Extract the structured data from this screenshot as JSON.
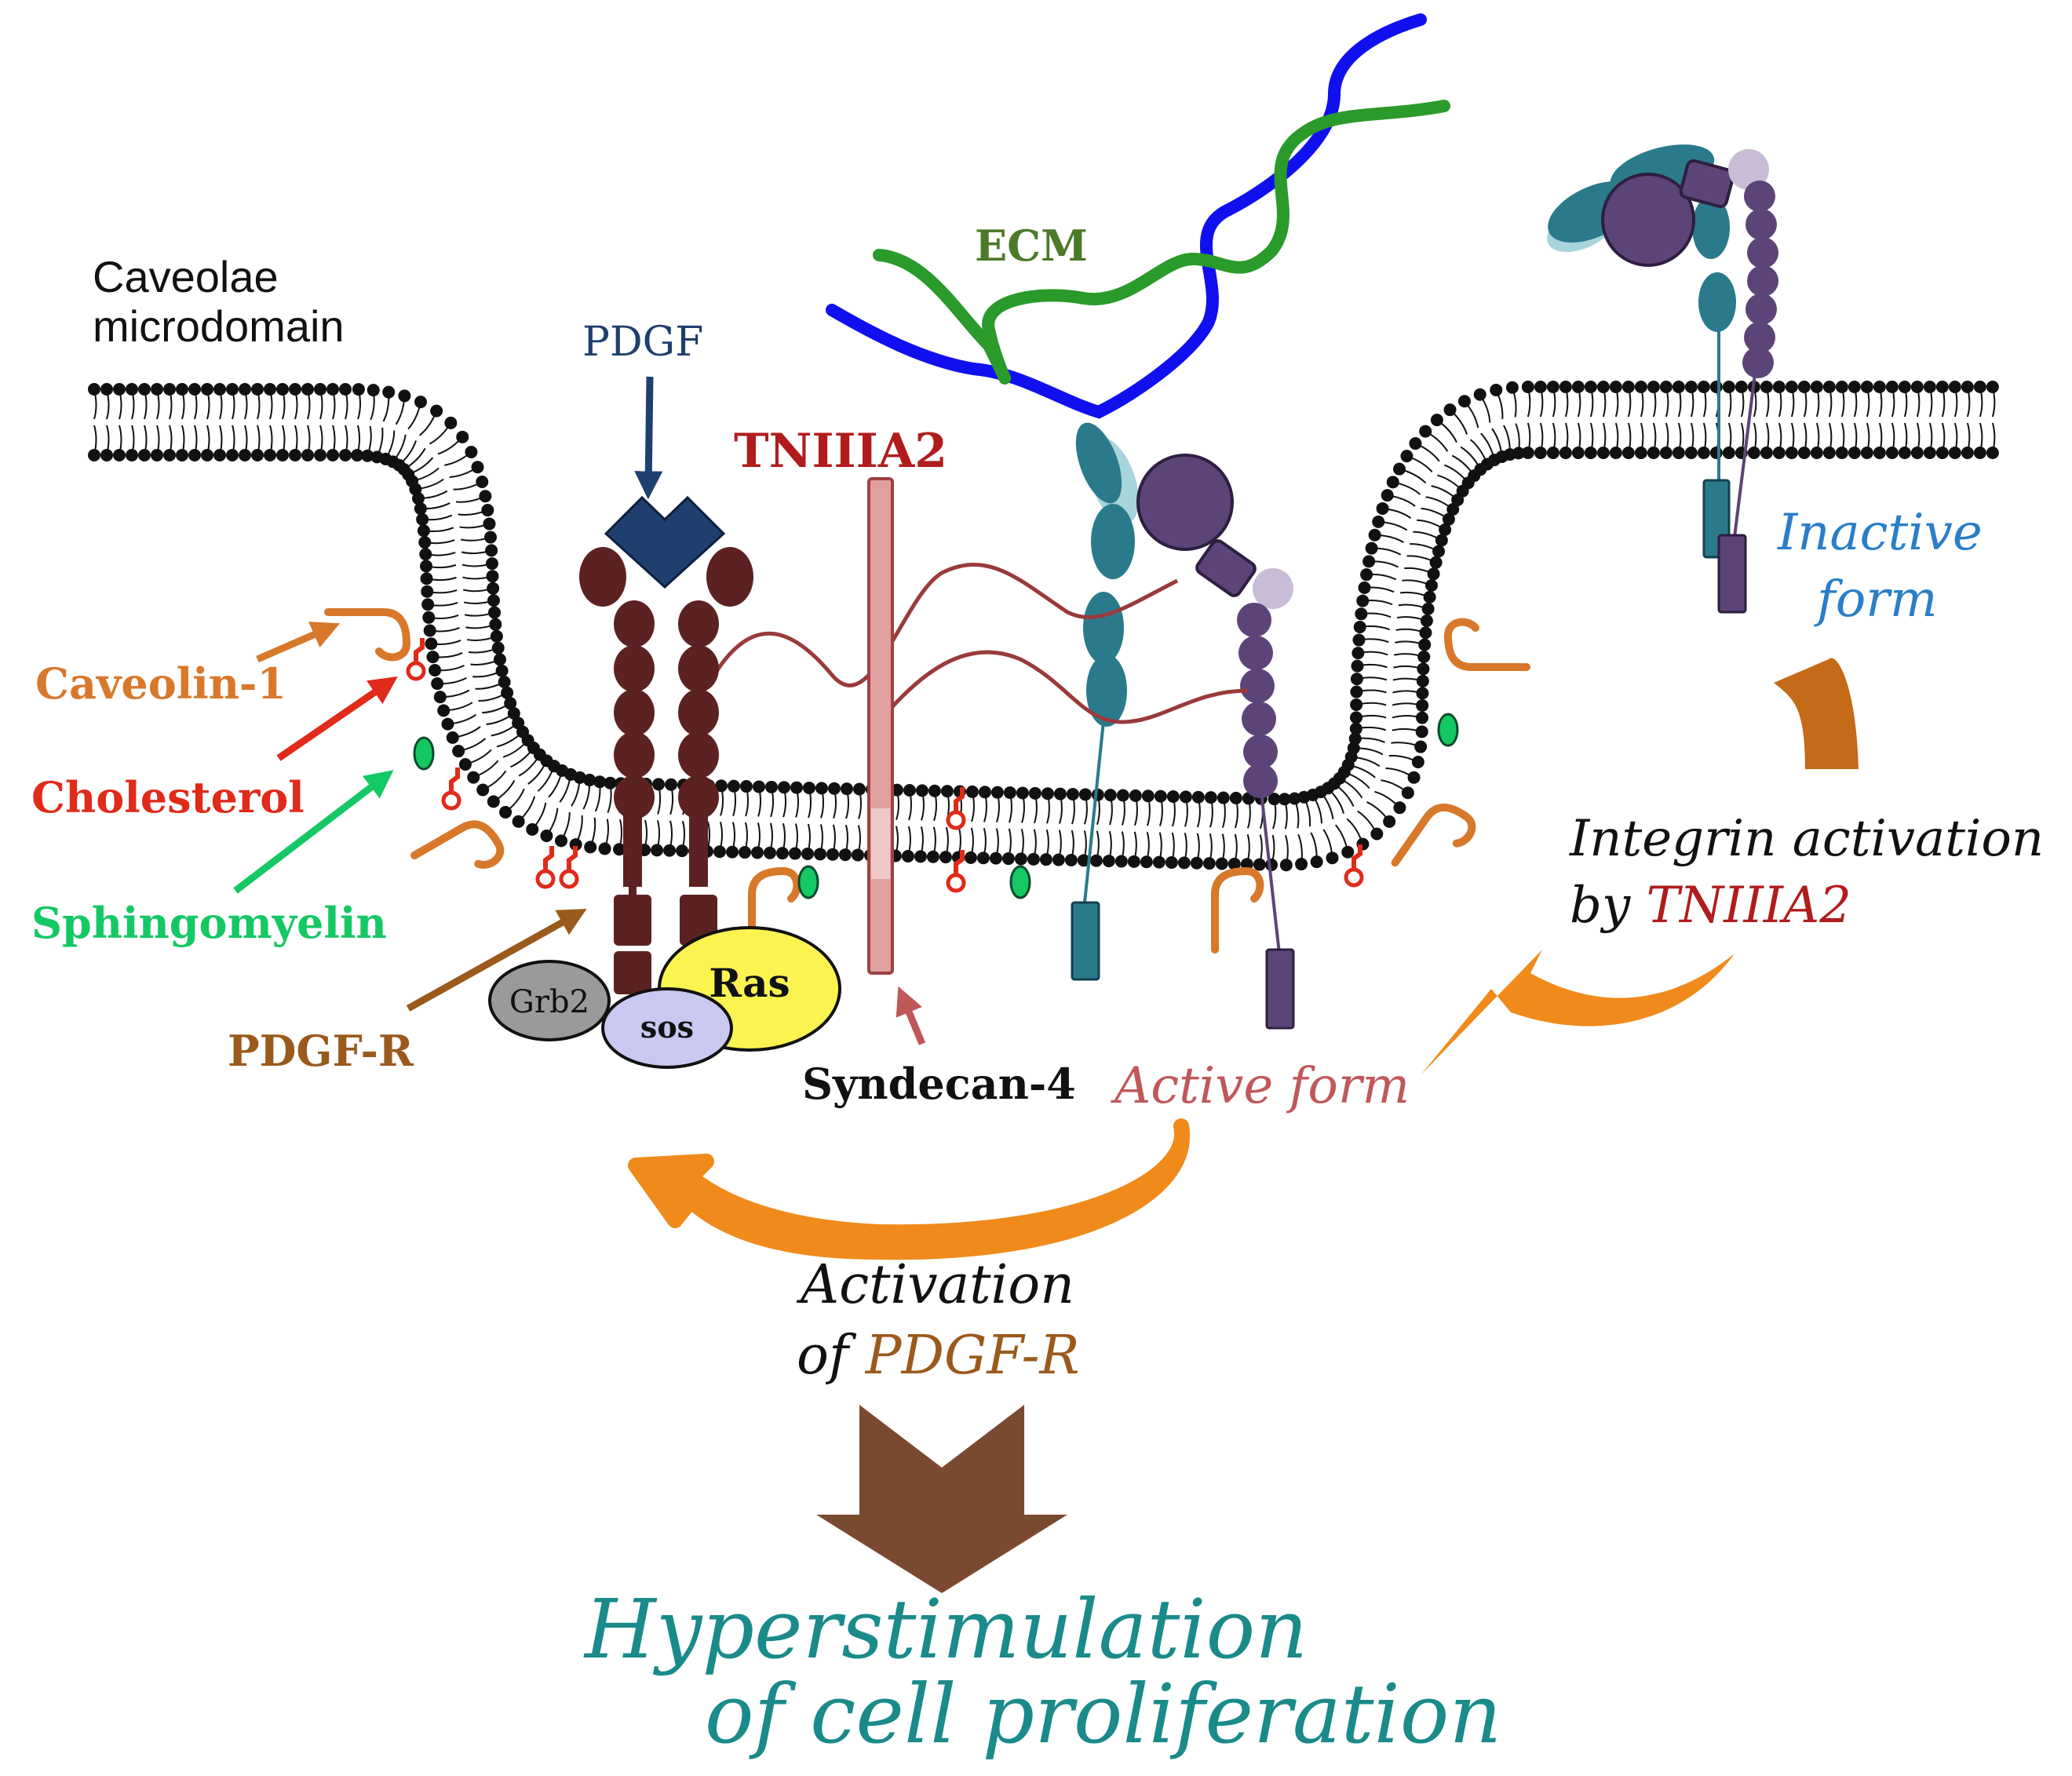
{
  "labels": {
    "caveolae_line1": "Caveolae",
    "caveolae_line2": "microdomain",
    "pdgf": "PDGF",
    "ecm": "ECM",
    "tniiia2": "TNIIIA2",
    "caveolin": "Caveolin-1",
    "cholesterol": "Cholesterol",
    "sphingomyelin": "Sphingomyelin",
    "pdgf_r": "PDGF-R",
    "grb2": "Grb2",
    "sos": "sos",
    "ras": "Ras",
    "syndecan": "Syndecan-4",
    "inactive_line1": "Inactive",
    "inactive_line2": "form",
    "integrin_line1": "Integrin activation",
    "integrin_by": "by ",
    "integrin_tniiia2": "TNIIIA2",
    "active_form": "Active form",
    "activation_line1": "Activation",
    "activation_of": "of ",
    "activation_pdgfr": "PDGF-R",
    "result_line1": "Hyperstimulation",
    "result_line2": "of cell proliferation"
  },
  "colors": {
    "caveolin": "#d8782a",
    "cholesterol": "#e02a1a",
    "sphingomyelin": "#14c864",
    "pdgf": "#1f3f6e",
    "tniiia2": "#b01c1c",
    "ecm": "#4a7a2a",
    "pdgf_r": "#9a5a1c",
    "inactive": "#2a7ec8",
    "active": "#c0585a",
    "result": "#1a8a8a",
    "receptor": "#5c2222",
    "integrin_alpha": "#2a7a8c",
    "integrin_beta": "#5c4478",
    "ecm_blue": "#1010ee",
    "ecm_green": "#2a9a2a",
    "big_arrow": "#7a4a30"
  }
}
